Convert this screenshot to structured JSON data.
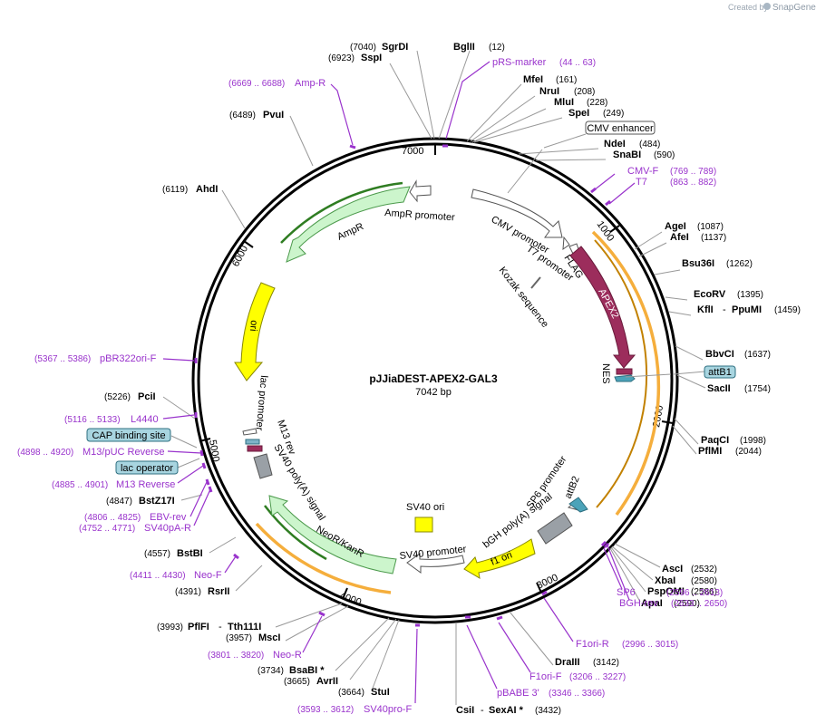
{
  "credit": {
    "prefix": "Created by",
    "brand": "SnapGene"
  },
  "plasmid": {
    "name": "pJJiaDEST-APEX2-GAL3",
    "length_label": "7042 bp"
  },
  "ticks": [
    "7000",
    "1000",
    "2000",
    "3000",
    "4000",
    "5000",
    "6000"
  ],
  "features": {
    "ampr_promoter": "AmpR promoter",
    "ampr": "AmpR",
    "cmv_promoter": "CMV promoter",
    "t7_promoter": "T7 promoter",
    "flag": "FLAG",
    "kozak": "Kozak sequence",
    "apex2": "APEX2",
    "nes": "NES",
    "ori": "ori",
    "lac_promoter": "lac promoter",
    "m13_rev": "M13 rev",
    "sv40_polya": "SV40 poly(A) signal",
    "neor": "NeoR/KanR",
    "sv40_promoter": "SV40 promoter",
    "sv40_ori": "SV40 ori",
    "f1_ori": "f1 ori",
    "bgh_polya": "bGH poly(A) signal",
    "sp6_promoter": "SP6 promoter",
    "attb2": "attB2"
  },
  "boxes": {
    "cmv_enhancer": "CMV enhancer",
    "attb1": "attB1",
    "cap": "CAP binding site",
    "lac_operator": "lac operator"
  },
  "enzymes": {
    "sgrdi": {
      "name": "SgrDI",
      "pos": "(7040)"
    },
    "sspi": {
      "name": "SspI",
      "pos": "(6923)"
    },
    "bglii": {
      "name": "BglII",
      "pos": "(12)"
    },
    "mfei": {
      "name": "MfeI",
      "pos": "(161)"
    },
    "nrui": {
      "name": "NruI",
      "pos": "(208)"
    },
    "mlui": {
      "name": "MluI",
      "pos": "(228)"
    },
    "spei": {
      "name": "SpeI",
      "pos": "(249)"
    },
    "ndei": {
      "name": "NdeI",
      "pos": "(484)"
    },
    "snabi": {
      "name": "SnaBI",
      "pos": "(590)"
    },
    "agei": {
      "name": "AgeI",
      "pos": "(1087)"
    },
    "afei": {
      "name": "AfeI",
      "pos": "(1137)"
    },
    "bsu36i": {
      "name": "Bsu36I",
      "pos": "(1262)"
    },
    "ecorv": {
      "name": "EcoRV",
      "pos": "(1395)"
    },
    "kfli": {
      "name": "KflI",
      "sep": "-",
      "name2": "PpuMI",
      "pos": "(1459)"
    },
    "bbvci": {
      "name": "BbvCI",
      "pos": "(1637)"
    },
    "sacii": {
      "name": "SacII",
      "pos": "(1754)"
    },
    "paqci": {
      "name": "PaqCI",
      "pos": "(1998)"
    },
    "pflmi": {
      "name": "PflMI",
      "pos": "(2044)"
    },
    "asci": {
      "name": "AscI",
      "pos": "(2532)"
    },
    "xbai": {
      "name": "XbaI",
      "pos": "(2580)"
    },
    "pspomi": {
      "name": "PspOMI",
      "pos": "(2586)"
    },
    "apai": {
      "name": "ApaI",
      "pos": "(2590)"
    },
    "draiii": {
      "name": "DraIII",
      "pos": "(3142)"
    },
    "csii": {
      "name": "CsiI",
      "sep": "-",
      "name2": "SexAI *",
      "pos": "(3432)"
    },
    "stui": {
      "name": "StuI",
      "pos": "(3664)"
    },
    "avrii": {
      "name": "AvrII",
      "pos": "(3665)"
    },
    "bsabi": {
      "name": "BsaBI *",
      "pos": "(3734)"
    },
    "msci": {
      "name": "MscI",
      "pos": "(3957)"
    },
    "pflfi": {
      "name": "PflFI",
      "sep": "-",
      "name2": "Tth111I",
      "pos": "(3993)"
    },
    "rsrii": {
      "name": "RsrII",
      "pos": "(4391)"
    },
    "bstbi": {
      "name": "BstBI",
      "pos": "(4557)"
    },
    "bstz17i": {
      "name": "BstZ17I",
      "pos": "(4847)"
    },
    "pcii": {
      "name": "PciI",
      "pos": "(5226)"
    },
    "ahdi": {
      "name": "AhdI",
      "pos": "(6119)"
    },
    "pvui": {
      "name": "PvuI",
      "pos": "(6489)"
    }
  },
  "primers": {
    "prs_marker": {
      "name": "pRS-marker",
      "range": "(44 .. 63)"
    },
    "amp_r": {
      "name": "Amp-R",
      "range": "(6669 .. 6688)"
    },
    "cmv_f": {
      "name": "CMV-F",
      "range": "(769 .. 789)"
    },
    "t7": {
      "name": "T7",
      "range": "(863 .. 882)"
    },
    "pbr322ori_f": {
      "name": "pBR322ori-F",
      "range": "(5367 .. 5386)"
    },
    "l4440": {
      "name": "L4440",
      "range": "(5116 .. 5133)"
    },
    "m13_puc_reverse": {
      "name": "M13/pUC Reverse",
      "range": "(4898 .. 4920)"
    },
    "m13_reverse": {
      "name": "M13 Reverse",
      "range": "(4885 .. 4901)"
    },
    "ebv_rev": {
      "name": "EBV-rev",
      "range": "(4806 .. 4825)"
    },
    "sv40pa_r": {
      "name": "SV40pA-R",
      "range": "(4752 .. 4771)"
    },
    "neo_f": {
      "name": "Neo-F",
      "range": "(4411 .. 4430)"
    },
    "neo_r": {
      "name": "Neo-R",
      "range": "(3801 .. 3820)"
    },
    "sv40pro_f": {
      "name": "SV40pro-F",
      "range": "(3593 .. 3612)"
    },
    "pbabe3": {
      "name": "pBABE 3'",
      "range": "(3346 .. 3366)"
    },
    "f1ori_f": {
      "name": "F1ori-F",
      "range": "(3206 .. 3227)"
    },
    "f1ori_r": {
      "name": "F1ori-R",
      "range": "(2996 .. 3015)"
    },
    "sp6": {
      "name": "SP6",
      "range": "(2596 .. 2613)"
    },
    "bgh_rev": {
      "name": "BGH-rev",
      "range": "(2633 .. 2650)"
    }
  }
}
